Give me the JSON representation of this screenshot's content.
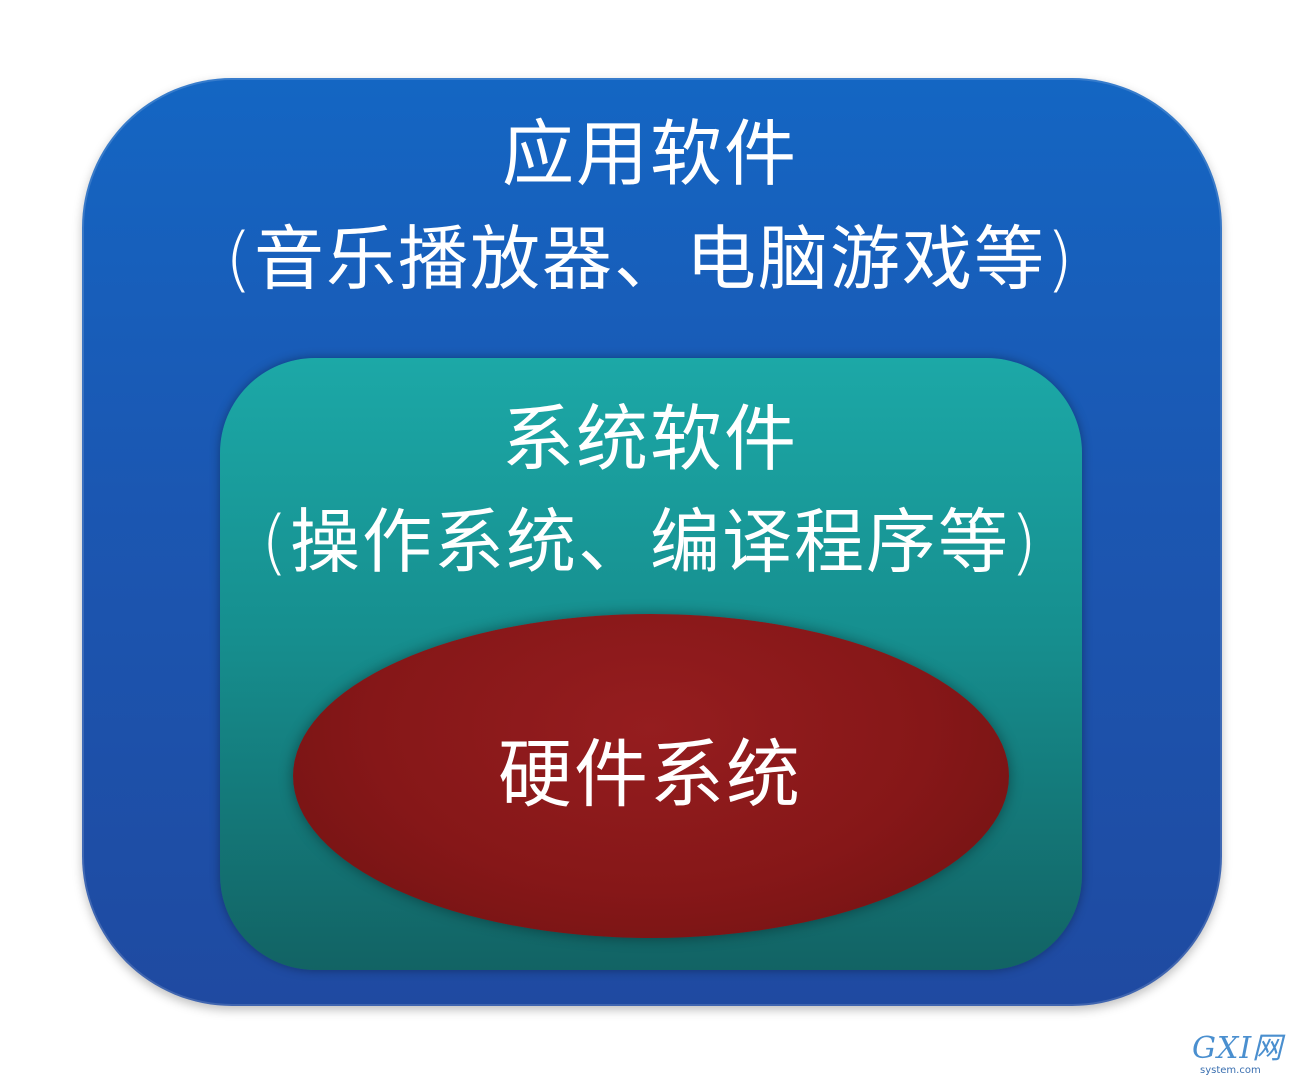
{
  "application_software": {
    "title": "应用软件",
    "examples": "(音乐播放器、电脑游戏等)"
  },
  "system_software": {
    "title": "系统软件",
    "examples": "(操作系统、编译程序等)"
  },
  "hardware_system": {
    "title": "硬件系统"
  },
  "watermark": {
    "logo": "GXI网",
    "url": "system.com"
  },
  "colors": {
    "application_layer": "#1b5db8",
    "system_layer": "#168f8f",
    "hardware_layer": "#861718",
    "text": "#ffffff"
  }
}
